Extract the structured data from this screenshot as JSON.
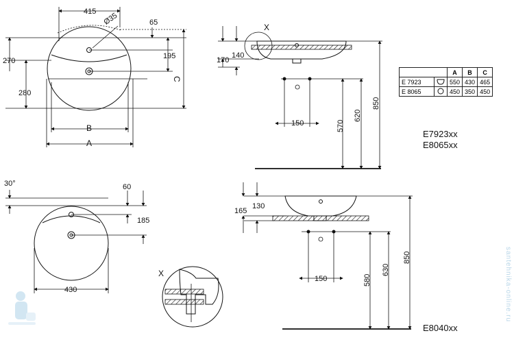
{
  "top_view": {
    "dims": {
      "w415": "415",
      "d35": "Ø35",
      "h65": "65",
      "h195": "195",
      "h270": "270",
      "h280": "280",
      "lbl_C": "C",
      "lbl_B": "B",
      "lbl_A": "A"
    }
  },
  "side_view": {
    "detail_x": "X",
    "dims": {
      "h140": "140",
      "h170": "170",
      "w150": "150",
      "h570": "570",
      "h620": "620",
      "h850": "850"
    }
  },
  "spec_table": {
    "headers": [
      "",
      "A",
      "B",
      "C"
    ],
    "rows": [
      {
        "model": "E 7923",
        "icon": "semicircle-icon",
        "A": "550",
        "B": "430",
        "C": "465"
      },
      {
        "model": "E 8065",
        "icon": "circle-icon",
        "A": "450",
        "B": "350",
        "C": "450"
      }
    ]
  },
  "models": {
    "m1": "E7923xx",
    "m2": "E8065xx",
    "m3": "E8040xx"
  },
  "bowl_top_view": {
    "dims": {
      "angle": "30°",
      "h60": "60",
      "h185": "185",
      "w430": "430"
    }
  },
  "bowl_side_view": {
    "dims": {
      "h165": "165",
      "h130": "130",
      "w150": "150",
      "h580": "580",
      "h630": "630",
      "h850": "850"
    }
  },
  "detail_view": {
    "label": "X"
  },
  "watermark": {
    "text": "santehnika-online.ru"
  }
}
